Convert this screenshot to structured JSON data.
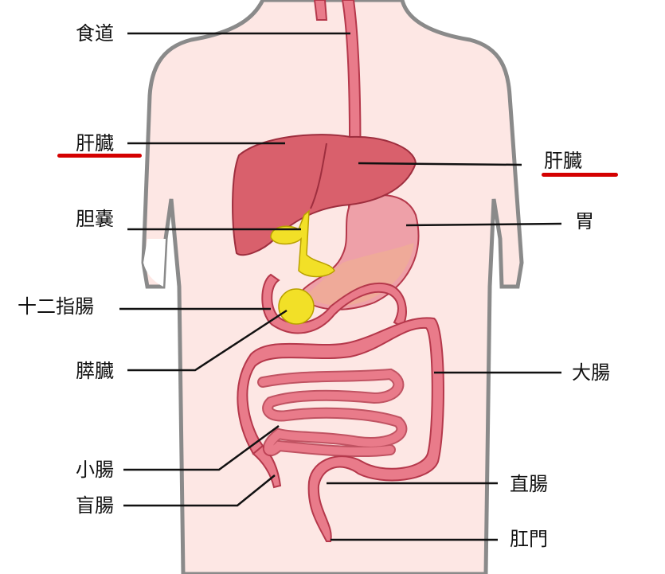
{
  "labels": {
    "esophagus": "食道",
    "liver_left": "肝臓",
    "liver_right": "肝臓",
    "gallbladder": "胆嚢",
    "stomach": "胃",
    "duodenum": "十二指腸",
    "pancreas": "膵臓",
    "large_intestine": "大腸",
    "small_intestine": "小腸",
    "cecum": "盲腸",
    "rectum": "直腸",
    "anus": "肛門"
  },
  "colors": {
    "body_fill": "#fde7e4",
    "body_outline": "#8a8a8a",
    "organ": "#e97b8a",
    "organ_outline": "#b5384b",
    "liver": "#d9606c",
    "gallbladder": "#f2e027",
    "highlight_underline": "#d40000"
  }
}
